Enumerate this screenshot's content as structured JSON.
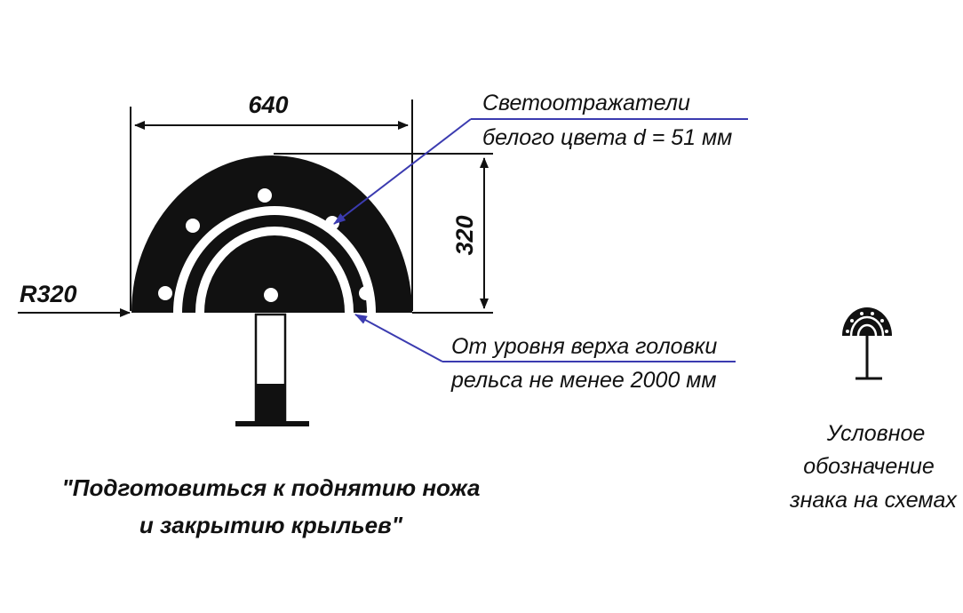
{
  "dimensions": {
    "width": "640",
    "height": "320",
    "radius": "R320"
  },
  "annotations": {
    "reflectors_line1": "Светоотражатели",
    "reflectors_line2": "белого цвета d = 51 мм",
    "height_line1": "От уровня верха головки",
    "height_line2": "рельса не менее 2000 мм"
  },
  "caption": {
    "line1": "\"Подготовиться к поднятию ножа",
    "line2": "и закрытию крыльев\""
  },
  "symbol_legend": {
    "line1": "Условное",
    "line2": "обозначение",
    "line3": "знака на схемах"
  },
  "colors": {
    "ink": "#111111",
    "leader": "#3b3bb0",
    "sign_fill": "#111111",
    "reflector": "#ffffff"
  }
}
